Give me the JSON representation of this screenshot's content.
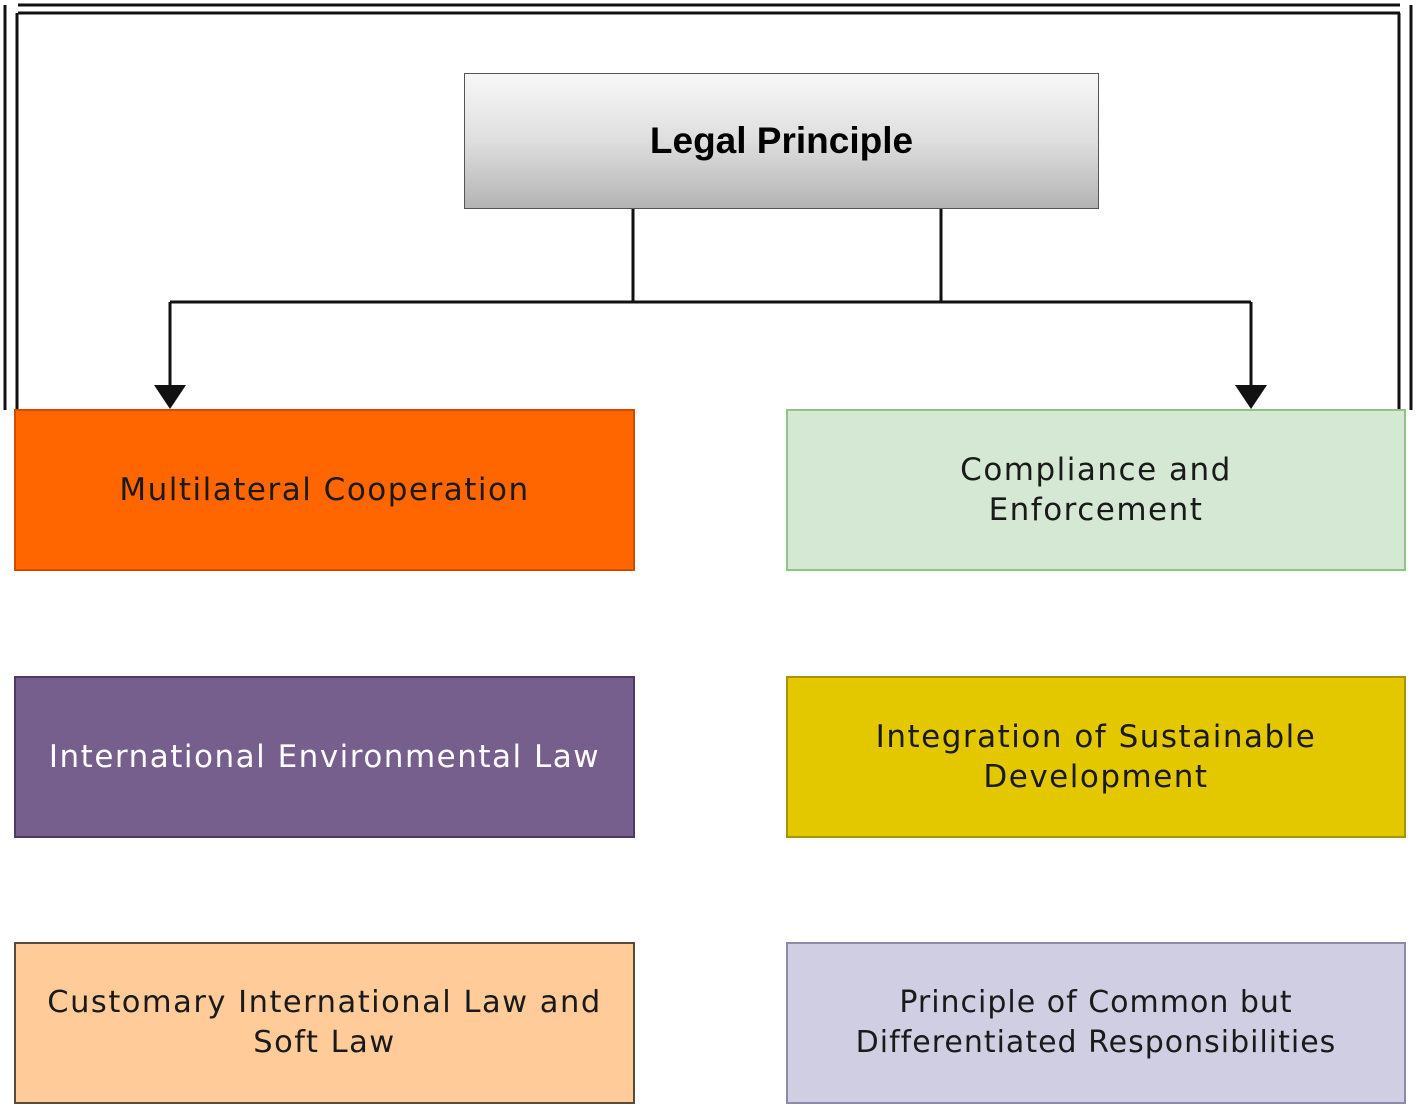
{
  "diagram": {
    "root": {
      "label": "Legal Principle"
    },
    "nodes": [
      {
        "id": "multilateral",
        "label": "Multilateral Cooperation",
        "fill": "#ff6600"
      },
      {
        "id": "compliance",
        "label": "Compliance and Enforcement",
        "fill": "#d5e8d4"
      },
      {
        "id": "iel",
        "label": "International Environmental Law",
        "fill": "#765e8d"
      },
      {
        "id": "integration",
        "label": "Integration of Sustainable Development",
        "fill": "#e3c800"
      },
      {
        "id": "customary",
        "label": "Customary International Law and Soft Law",
        "fill": "#ffcc99"
      },
      {
        "id": "cbdr",
        "label": "Principle of Common but Differentiated Responsibilities",
        "fill": "#d0cee2"
      }
    ],
    "colors": {
      "connector": "#111111",
      "root_gradient_top": "#f7f7f7",
      "root_gradient_bottom": "#b4b4b4"
    }
  }
}
